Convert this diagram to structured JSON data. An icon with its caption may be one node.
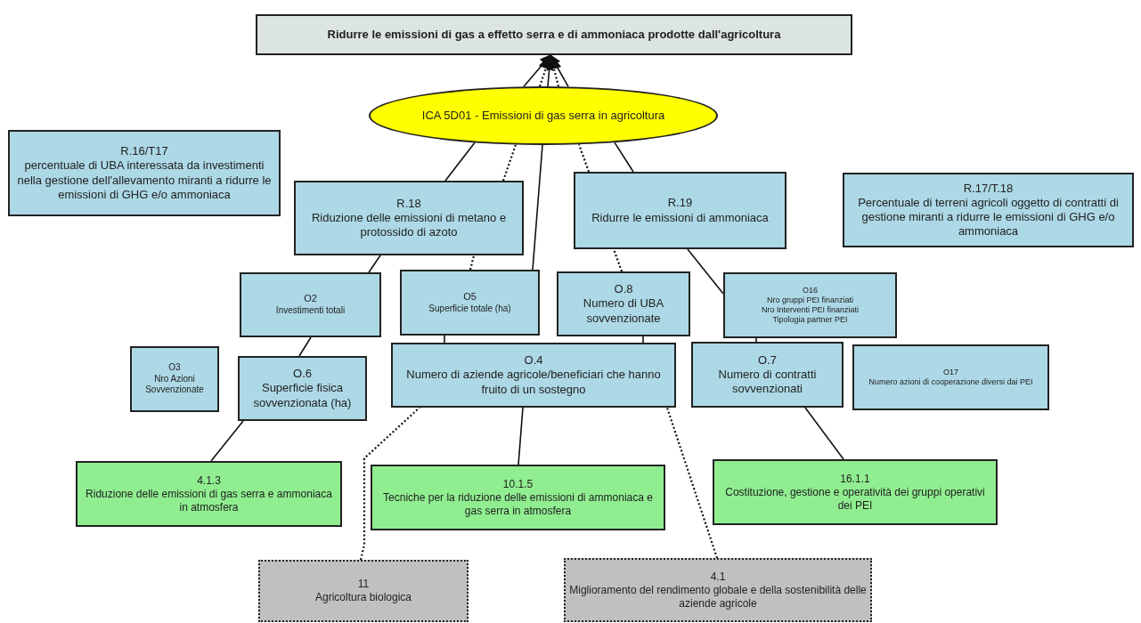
{
  "diagram": {
    "nodes": [
      {
        "text": [
          "Ridurre le emissioni di gas a effetto serra e di ammoniaca prodotte dall'agricoltura"
        ]
      },
      {
        "text": [
          "ICA 5D01 - Emissioni di gas serra in agricoltura"
        ]
      },
      {
        "text": [
          "R.16/T17",
          "percentuale di UBA interessata da investimenti nella gestione dell'allevamento miranti a ridurre le emissioni di GHG e/o ammoniaca"
        ]
      },
      {
        "text": [
          "R.18",
          "Riduzione delle emissioni di metano e protossido di azoto"
        ]
      },
      {
        "text": [
          "R.19",
          "Ridurre le emissioni di ammoniaca"
        ]
      },
      {
        "text": [
          "R.17/T.18",
          "Percentuale di terreni agricoli oggetto di contratti di gestione miranti a ridurre le emissioni di GHG e/o ammoniaca"
        ]
      },
      {
        "text": [
          "O2",
          "Investimenti totali"
        ]
      },
      {
        "text": [
          "O5",
          "Superficie totale (ha)"
        ]
      },
      {
        "text": [
          "O.8",
          "Numero di UBA sovvenzionate"
        ]
      },
      {
        "text": [
          "O16",
          "Nro gruppi PEI finanziati",
          "Nro Interventi PEI finanziati",
          "Tipologia partner PEI"
        ]
      },
      {
        "text": [
          "O3",
          "Nro Azioni Sovvenzionate"
        ]
      },
      {
        "text": [
          "O.6",
          "Superficie fisica sovvenzionata (ha)"
        ]
      },
      {
        "text": [
          "O.4",
          "Numero di aziende agricole/beneficiari che hanno fruito di un sostegno"
        ]
      },
      {
        "text": [
          "O.7",
          "Numero di contratti sovvenzionati"
        ]
      },
      {
        "text": [
          "O17",
          "Numero azioni di cooperazione diversi dai PEI"
        ]
      },
      {
        "text": [
          "4.1.3",
          "Riduzione delle emissioni di gas serra e ammoniaca in atmosfera"
        ]
      },
      {
        "text": [
          "10.1.5",
          "Tecniche per la riduzione delle emissioni di ammoniaca e gas serra in atmosfera"
        ]
      },
      {
        "text": [
          "16.1.1",
          "Costituzione, gestione e operatività dei gruppi operativi dei PEI"
        ]
      },
      {
        "text": [
          "11",
          "Agricoltura biologica"
        ]
      },
      {
        "text": [
          "4.1",
          "Miglioramento del rendimento globale e della sostenibilità delle aziende agricole"
        ]
      }
    ],
    "edges": [
      {
        "from": 1,
        "to": 0,
        "arrow": "to"
      },
      {
        "from": 1,
        "to": 0,
        "arrow": "to",
        "style": "dashed"
      },
      {
        "from": 1,
        "to": 0,
        "arrow": "to"
      },
      {
        "from": 1,
        "to": 0,
        "arrow": "to",
        "style": "dashed"
      },
      {
        "from": 1,
        "to": 0,
        "arrow": "to"
      },
      {
        "from": 3,
        "to": 1,
        "arrow": "none"
      },
      {
        "from": 3,
        "to": 1,
        "arrow": "none",
        "style": "dashed"
      },
      {
        "from": 7,
        "to": 1,
        "arrow": "none"
      },
      {
        "from": 4,
        "to": 1,
        "arrow": "none",
        "style": "dashed"
      },
      {
        "from": 4,
        "to": 1,
        "arrow": "none"
      },
      {
        "from": 6,
        "to": 3,
        "arrow": "none"
      },
      {
        "from": 7,
        "to": 3,
        "arrow": "none",
        "style": "dashed"
      },
      {
        "from": 8,
        "to": 4,
        "arrow": "none",
        "style": "dashed"
      },
      {
        "from": 9,
        "to": 4,
        "arrow": "none"
      },
      {
        "from": 11,
        "to": 6,
        "arrow": "none"
      },
      {
        "from": 12,
        "to": 7,
        "arrow": "none"
      },
      {
        "from": 12,
        "to": 8,
        "arrow": "none"
      },
      {
        "from": 13,
        "to": 9,
        "arrow": "none"
      },
      {
        "from": 15,
        "to": 11,
        "arrow": "none"
      },
      {
        "from": 16,
        "to": 12,
        "arrow": "none"
      },
      {
        "from": 18,
        "to": 12,
        "arrow": "none",
        "style": "dashed"
      },
      {
        "from": 19,
        "to": 12,
        "arrow": "none",
        "style": "dashed"
      },
      {
        "from": 17,
        "to": 13,
        "arrow": "none"
      }
    ]
  }
}
